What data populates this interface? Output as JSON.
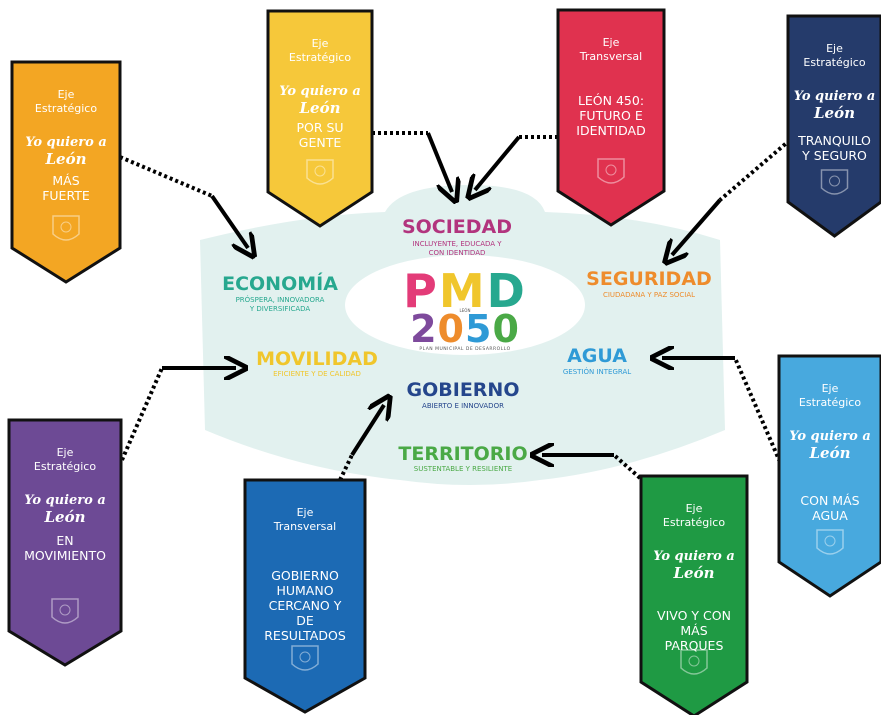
{
  "colors": {
    "center_bg": "#e2f1ef",
    "oval": "#ffffff",
    "sociedad": "#b2347e",
    "economia": "#27a88f",
    "seguridad": "#ee8c2c",
    "movilidad": "#f0c62c",
    "gobierno": "#25468c",
    "agua": "#2f9ad6",
    "territorio": "#4aa946",
    "pmd_p": "#e33b78",
    "pmd_m": "#f0c62c",
    "pmd_d": "#27a88f",
    "pmd_2": "#7e4a9c",
    "pmd_0a": "#ee8c2c",
    "pmd_5": "#2f9ad6",
    "pmd_0b": "#4aa946"
  },
  "center": {
    "logo_top": "PMD",
    "logo_bottom": "2050",
    "logo_year_small": "LEÓN",
    "logo_caption": "PLAN MUNICIPAL DE DESARROLLO",
    "areas": {
      "sociedad": {
        "title": "SOCIEDAD",
        "sub1": "INCLUYENTE, EDUCADA Y",
        "sub2": "CON IDENTIDAD"
      },
      "economia": {
        "title": "ECONOMÍA",
        "sub1": "PRÓSPERA, INNOVADORA",
        "sub2": "Y DIVERSIFICADA"
      },
      "seguridad": {
        "title": "SEGURIDAD",
        "sub1": "CIUDADANA Y PAZ SOCIAL"
      },
      "movilidad": {
        "title": "MOVILIDAD",
        "sub1": "EFICIENTE Y DE CALIDAD"
      },
      "agua": {
        "title": "AGUA",
        "sub1": "GESTIÓN INTEGRAL"
      },
      "gobierno": {
        "title": "GOBIERNO",
        "sub1": "ABIERTO E INNOVADOR"
      },
      "territorio": {
        "title": "TERRITORIO",
        "sub1": "SUSTENTABLE Y RESILIENTE"
      }
    }
  },
  "banners": {
    "fuerte": {
      "color": "#f3a623",
      "eje1": "Eje",
      "eje2": "Estratégico",
      "slogan1": "Yo quiero a",
      "slogan2": "León",
      "name": [
        "MÁS",
        "FUERTE"
      ]
    },
    "gente": {
      "color": "#f6c83a",
      "eje1": "Eje",
      "eje2": "Estratégico",
      "slogan1": "Yo quiero a",
      "slogan2": "León",
      "name": [
        "POR SU",
        "GENTE"
      ]
    },
    "leon450": {
      "color": "#e0324f",
      "eje1": "Eje",
      "eje2": "Transversal",
      "name": [
        "LEÓN 450:",
        "FUTURO E",
        "IDENTIDAD"
      ]
    },
    "tranquilo": {
      "color": "#253b6b",
      "eje1": "Eje",
      "eje2": "Estratégico",
      "slogan1": "Yo quiero a",
      "slogan2": "León",
      "name": [
        "TRANQUILO",
        "Y SEGURO"
      ]
    },
    "movimiento": {
      "color": "#6d4a95",
      "eje1": "Eje",
      "eje2": "Estratégico",
      "slogan1": "Yo quiero a",
      "slogan2": "León",
      "name": [
        "EN",
        "MOVIMIENTO"
      ]
    },
    "gobierno_humano": {
      "color": "#1c6ab4",
      "eje1": "Eje",
      "eje2": "Transversal",
      "name": [
        "GOBIERNO",
        "HUMANO",
        "CERCANO Y",
        "DE",
        "RESULTADOS"
      ]
    },
    "parques": {
      "color": "#1f9a44",
      "eje1": "Eje",
      "eje2": "Estratégico",
      "slogan1": "Yo quiero a",
      "slogan2": "León",
      "name": [
        "VIVO Y CON",
        "MÁS",
        "PARQUES"
      ]
    },
    "agua": {
      "color": "#48a9de",
      "eje1": "Eje",
      "eje2": "Estratégico",
      "slogan1": "Yo quiero a",
      "slogan2": "León",
      "name": [
        "CON MÁS",
        "AGUA"
      ]
    }
  }
}
